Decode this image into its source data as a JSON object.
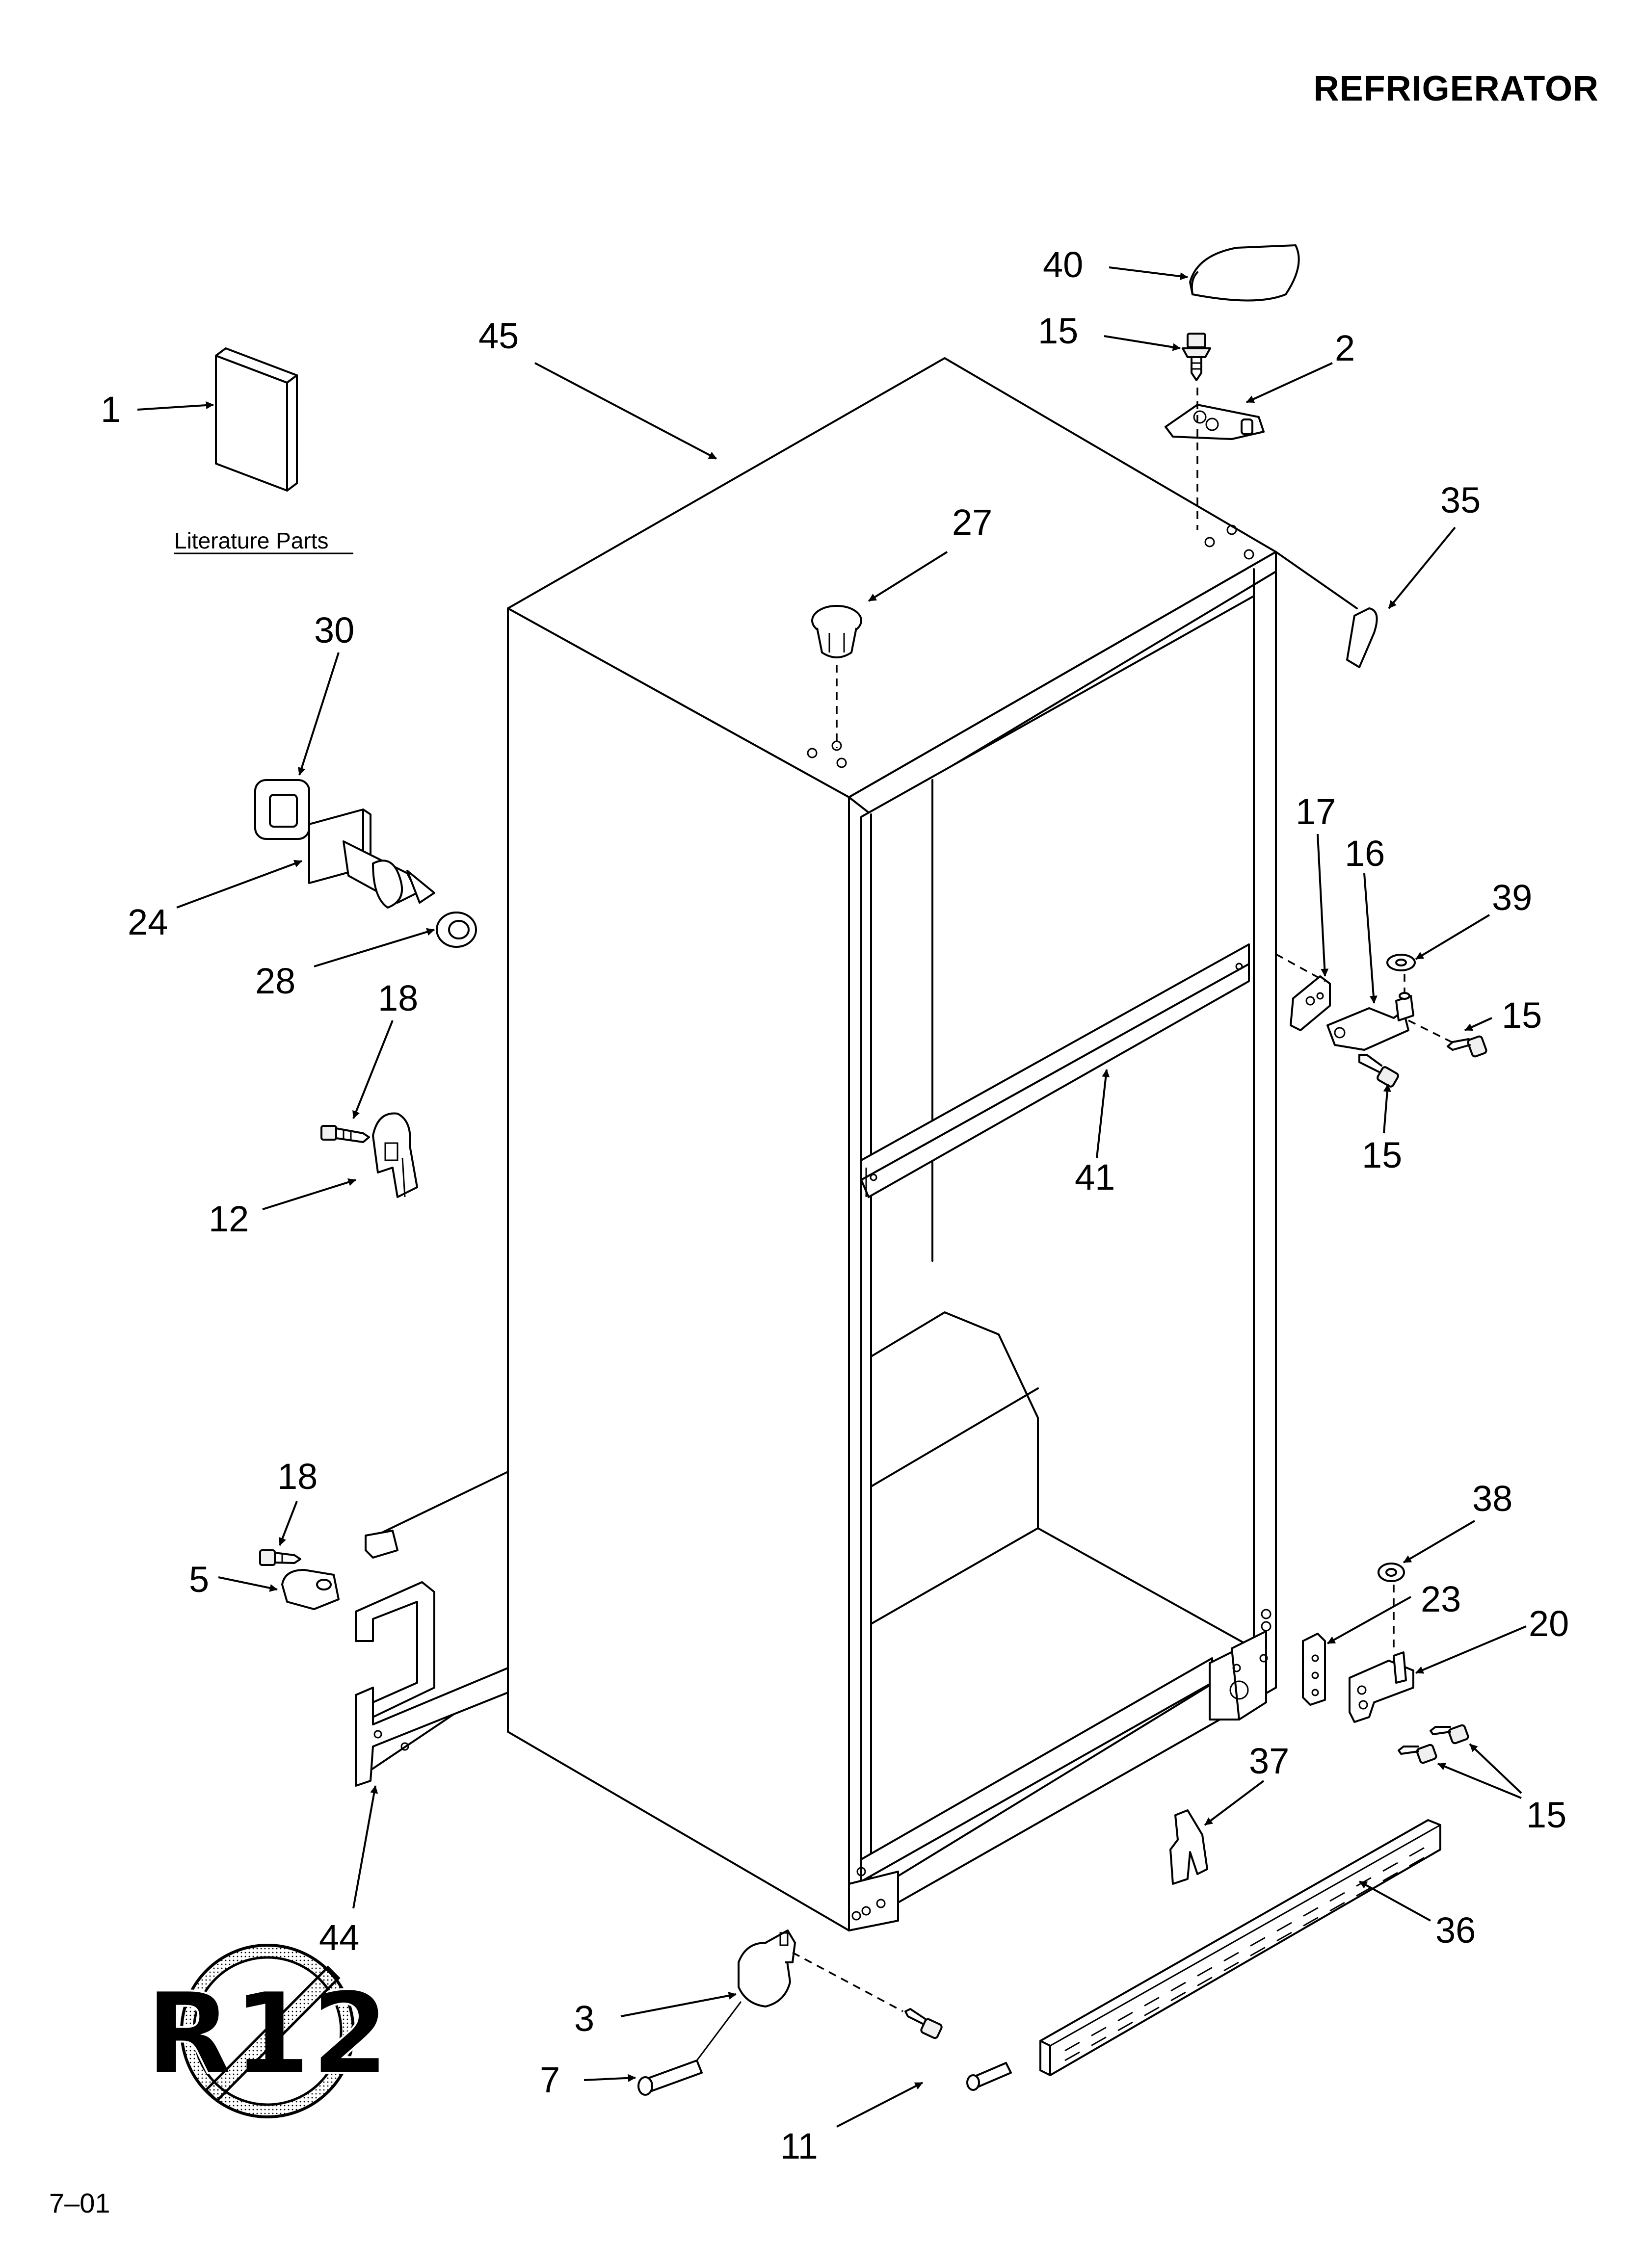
{
  "header": {
    "title": "REFRIGERATOR"
  },
  "footer": {
    "code": "7–01"
  },
  "literature": {
    "caption": "Literature Parts"
  },
  "callouts": [
    {
      "id": "c1",
      "text": "1"
    },
    {
      "id": "c45",
      "text": "45"
    },
    {
      "id": "c40",
      "text": "40"
    },
    {
      "id": "c15a",
      "text": "15"
    },
    {
      "id": "c2",
      "text": "2"
    },
    {
      "id": "c35",
      "text": "35"
    },
    {
      "id": "c27",
      "text": "27"
    },
    {
      "id": "c30",
      "text": "30"
    },
    {
      "id": "c24",
      "text": "24"
    },
    {
      "id": "c28",
      "text": "28"
    },
    {
      "id": "c18a",
      "text": "18"
    },
    {
      "id": "c12",
      "text": "12"
    },
    {
      "id": "c17",
      "text": "17"
    },
    {
      "id": "c16",
      "text": "16"
    },
    {
      "id": "c39",
      "text": "39"
    },
    {
      "id": "c15b",
      "text": "15"
    },
    {
      "id": "c15c",
      "text": "15"
    },
    {
      "id": "c41",
      "text": "41"
    },
    {
      "id": "c18b",
      "text": "18"
    },
    {
      "id": "c5",
      "text": "5"
    },
    {
      "id": "c38",
      "text": "38"
    },
    {
      "id": "c23",
      "text": "23"
    },
    {
      "id": "c20",
      "text": "20"
    },
    {
      "id": "c15d",
      "text": "15"
    },
    {
      "id": "c37",
      "text": "37"
    },
    {
      "id": "c36",
      "text": "36"
    },
    {
      "id": "c44",
      "text": "44"
    },
    {
      "id": "c3",
      "text": "3"
    },
    {
      "id": "c7",
      "text": "7"
    },
    {
      "id": "c11",
      "text": "11"
    }
  ],
  "refrigerant_badge": {
    "text": "R12",
    "icon": "no-r12-prohibition-icon"
  }
}
